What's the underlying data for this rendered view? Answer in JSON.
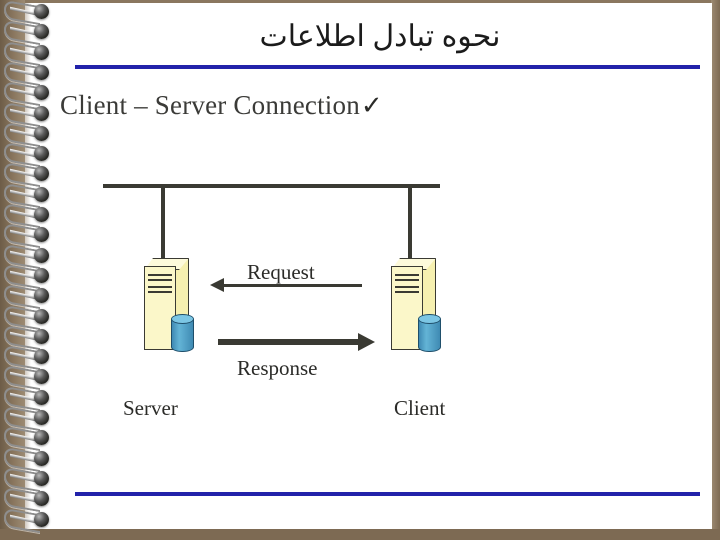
{
  "slide": {
    "title": "نحوه تبادل اطلاعات",
    "bullet": {
      "text": "Client – Server Connection",
      "marker": "✓",
      "marker_icon": "check-icon"
    },
    "rule_color": "#2222AA",
    "page_background": "#FFFFFF",
    "binder_color": "#7D6A53"
  },
  "diagram": {
    "type": "network-sequence",
    "bus_label": "",
    "nodes": [
      {
        "id": "server",
        "label": "Server",
        "icon": "computer-tower-icon"
      },
      {
        "id": "client",
        "label": "Client",
        "icon": "computer-tower-icon"
      }
    ],
    "messages": [
      {
        "label": "Request",
        "from": "client",
        "to": "server",
        "direction": "left"
      },
      {
        "label": "Response",
        "from": "server",
        "to": "client",
        "direction": "right"
      }
    ],
    "colors": {
      "line": "#3A3A33",
      "tower_front": "#FBF7C9",
      "tower_side": "#F6F0B0",
      "disk": "#63B4D6"
    }
  },
  "spiral": {
    "ring_count": 26,
    "icon": "spiral-ring-icon"
  }
}
